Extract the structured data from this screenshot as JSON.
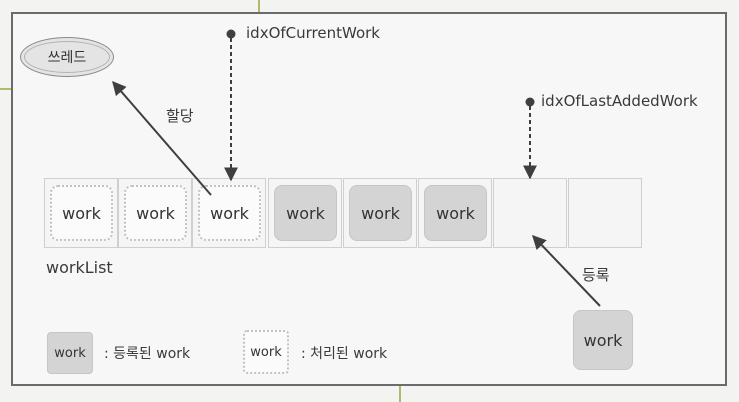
{
  "thread_label": "쓰레드",
  "assign_label": "할당",
  "register_label": "등록",
  "pointers": {
    "current": "idxOfCurrentWork",
    "last_added": "idxOfLastAddedWork"
  },
  "work_list": {
    "label": "workList",
    "cells": [
      {
        "state": "processed",
        "text": "work"
      },
      {
        "state": "processed",
        "text": "work"
      },
      {
        "state": "processed",
        "text": "work"
      },
      {
        "state": "registered",
        "text": "work"
      },
      {
        "state": "registered",
        "text": "work"
      },
      {
        "state": "registered",
        "text": "work"
      },
      {
        "state": "empty",
        "text": ""
      },
      {
        "state": "empty",
        "text": ""
      }
    ]
  },
  "incoming_work": "work",
  "legend": {
    "registered_box": "work",
    "registered_desc": ": 등록된 work",
    "processed_box": "work",
    "processed_desc": ": 처리된 work"
  }
}
